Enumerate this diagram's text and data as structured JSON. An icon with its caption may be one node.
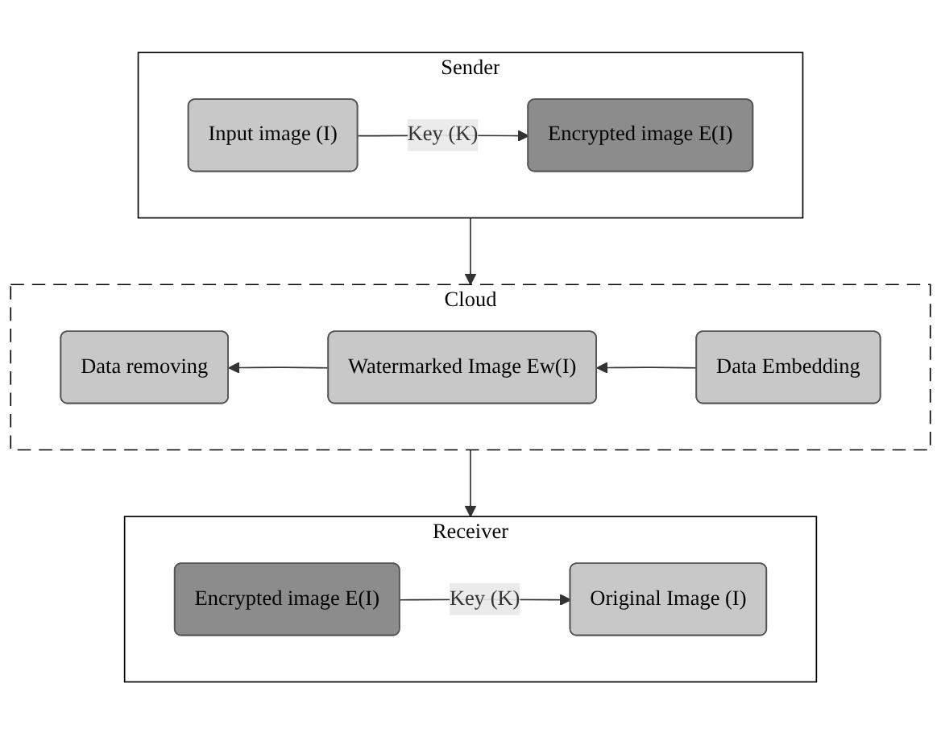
{
  "diagram": {
    "nodes": [
      {
        "text": [
          "Sender"
        ]
      },
      {
        "text": [
          "Input image (I)"
        ],
        "in": 0
      },
      {
        "text": [
          "Encrypted image E(I)"
        ],
        "in": 0
      },
      {
        "text": [
          "Cloud"
        ]
      },
      {
        "text": [
          "Data removing"
        ],
        "in": 3
      },
      {
        "text": [
          "Watermarked Image Ew(I)"
        ],
        "in": 3
      },
      {
        "text": [
          "Data Embedding"
        ],
        "in": 3
      },
      {
        "text": [
          "Receiver"
        ]
      },
      {
        "text": [
          "Encrypted image E(I)"
        ],
        "in": 7
      },
      {
        "text": [
          "Original Image (I)"
        ],
        "in": 7
      }
    ],
    "edges": [
      {
        "from": 1,
        "to": 2,
        "arrow": "to",
        "label": "Key (K)"
      },
      {
        "from": 0,
        "to": 3,
        "arrow": "to"
      },
      {
        "from": 6,
        "to": 5,
        "arrow": "to"
      },
      {
        "from": 5,
        "to": 4,
        "arrow": "to"
      },
      {
        "from": 3,
        "to": 7,
        "arrow": "to"
      },
      {
        "from": 8,
        "to": 9,
        "arrow": "to",
        "label": "Key (K)"
      }
    ]
  }
}
